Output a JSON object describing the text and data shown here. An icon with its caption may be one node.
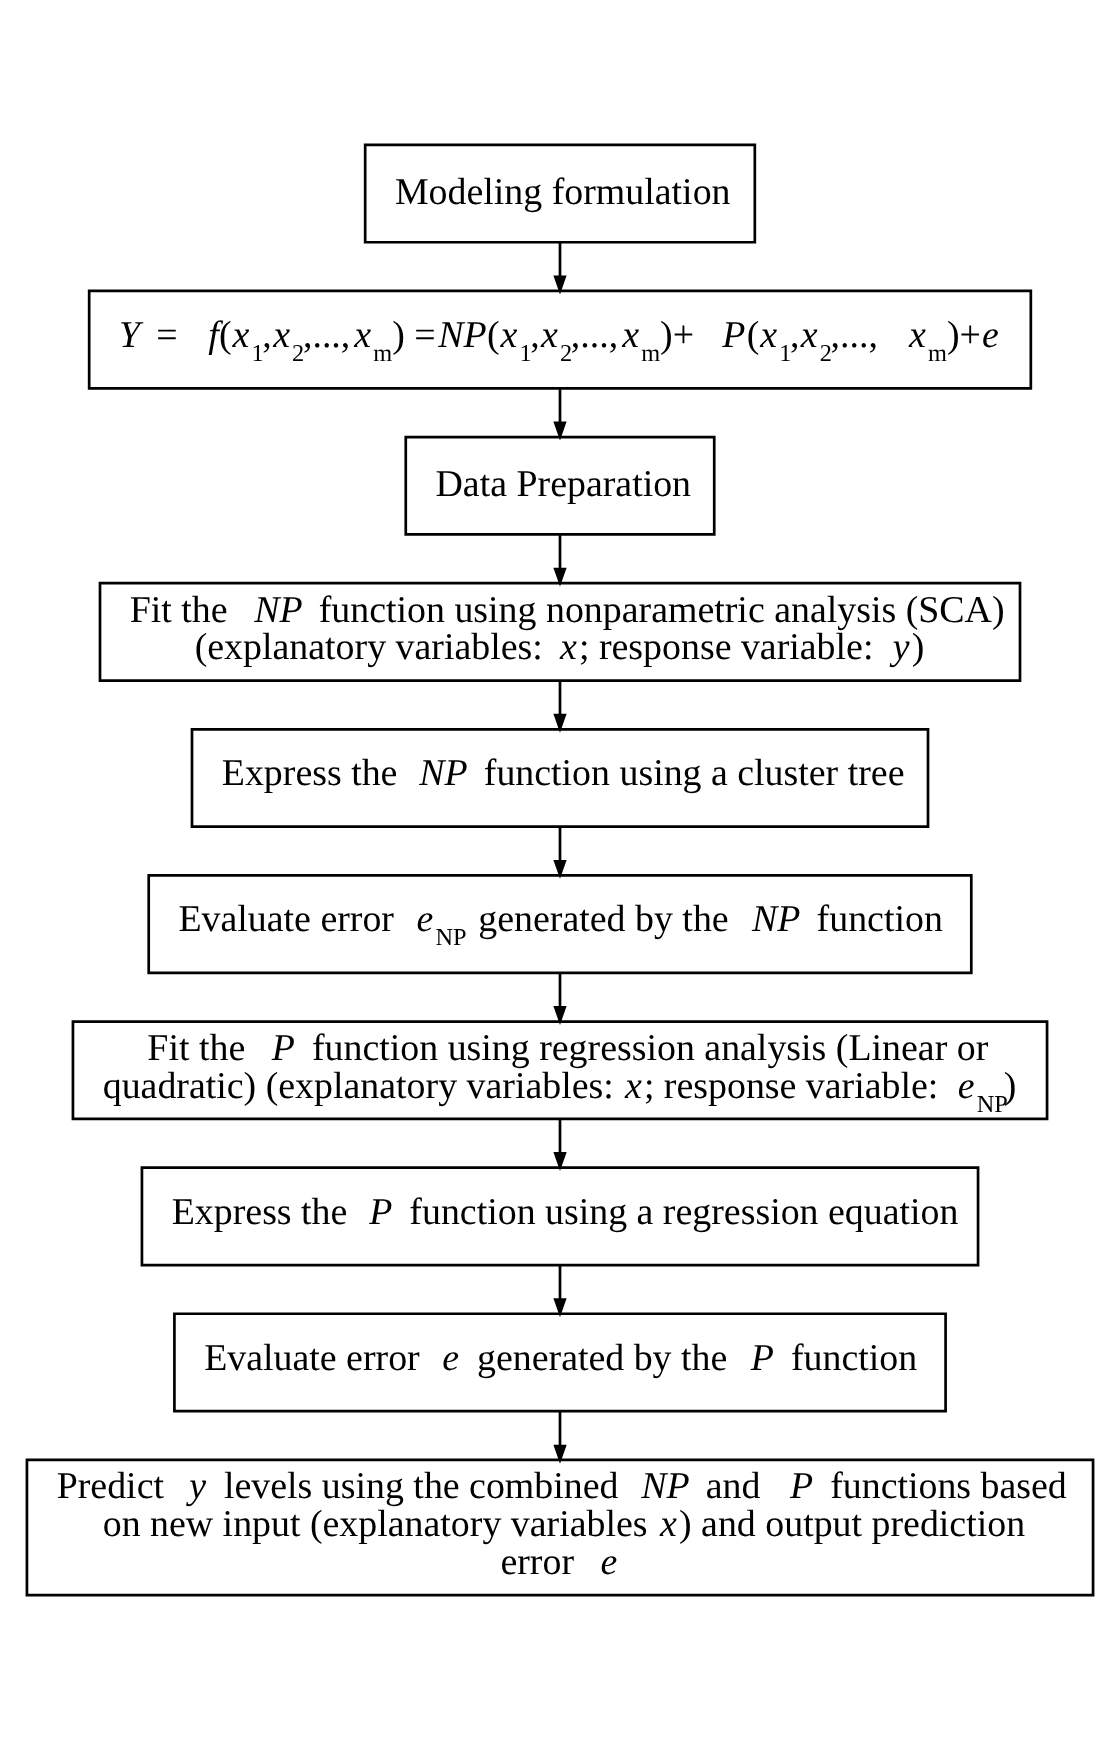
{
  "diagram": {
    "nodes": [
      {
        "text": [
          "Modeling formulation"
        ]
      },
      {
        "text": [
          "*Y* = *f*(*x*$_{1}$,*x*$_{2}$,...,*x*$_{m}$) =*NP*(*x*$_{1}$,*x*$_{2}$,...,*x*$_{m}$)+ *P*(*x*$_{1}$,*x*$_{2}$,..., *x*$_{m}$)+*e*"
        ]
      },
      {
        "text": [
          "Data Preparation"
        ]
      },
      {
        "text": [
          "Fit the *NP* function using nonparametric analysis (SCA) (explanatory variables: *x*; response variable: *y*)"
        ]
      },
      {
        "text": [
          "Express the *NP* function using a cluster tree"
        ]
      },
      {
        "text": [
          "Evaluate error *e*$_{NP}$ generated by the *NP* function"
        ]
      },
      {
        "text": [
          "Fit the *P* function using regression analysis (Linear or quadratic) (explanatory variables: *x*; response variable: *e*$_{NP}$)"
        ]
      },
      {
        "text": [
          "Express the *P* function using a regression equation"
        ]
      },
      {
        "text": [
          "Evaluate error *e* generated by the *P* function"
        ]
      },
      {
        "text": [
          "Predict *y* levels using the combined *NP* and *P* functions based on new input (explanatory variables *x*) and output prediction error *e*"
        ]
      }
    ],
    "edges": [
      {
        "from": 0,
        "to": 1,
        "arrow": "to"
      },
      {
        "from": 1,
        "to": 2,
        "arrow": "to"
      },
      {
        "from": 2,
        "to": 3,
        "arrow": "to"
      },
      {
        "from": 3,
        "to": 4,
        "arrow": "to"
      },
      {
        "from": 4,
        "to": 5,
        "arrow": "to"
      },
      {
        "from": 5,
        "to": 6,
        "arrow": "to"
      },
      {
        "from": 6,
        "to": 7,
        "arrow": "to"
      },
      {
        "from": 7,
        "to": 8,
        "arrow": "to"
      },
      {
        "from": 8,
        "to": 9,
        "arrow": "to"
      }
    ]
  }
}
